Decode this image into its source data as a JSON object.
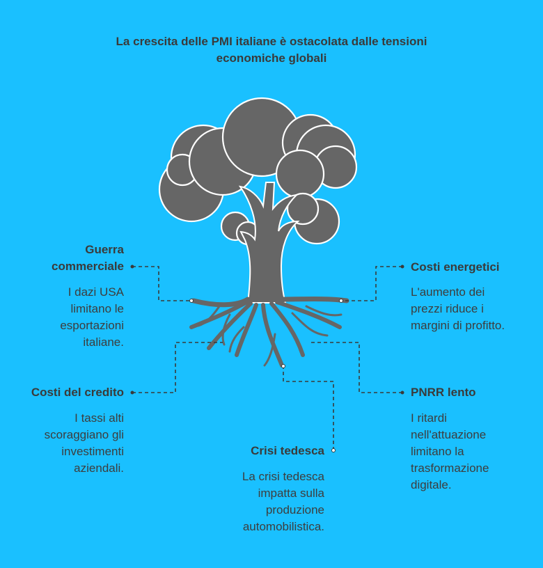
{
  "title": {
    "line1": "La crescita delle PMI italiane è ostacolata dalle tensioni",
    "line2": "economiche globali"
  },
  "items": {
    "guerra": {
      "label_lines": [
        "Guerra",
        "commerciale"
      ],
      "desc_lines": [
        "I dazi USA",
        "limitano le",
        "esportazioni",
        "italiane."
      ]
    },
    "credito": {
      "label_lines": [
        "Costi del credito"
      ],
      "desc_lines": [
        "I tassi alti",
        "scoraggiano gli",
        "investimenti",
        "aziendali."
      ]
    },
    "tedesca": {
      "label_lines": [
        "Crisi tedesca"
      ],
      "desc_lines": [
        "La crisi tedesca",
        "impatta sulla",
        "produzione",
        "automobilistica."
      ]
    },
    "energetici": {
      "label_lines": [
        "Costi energetici"
      ],
      "desc_lines": [
        "L'aumento dei",
        "prezzi riduce i",
        "margini di profitto."
      ]
    },
    "pnrr": {
      "label_lines": [
        "PNRR lento"
      ],
      "desc_lines": [
        "I ritardi",
        "nell'attuazione",
        "limitano la",
        "trasformazione",
        "digitale."
      ]
    }
  },
  "colors": {
    "background": "#1ac0ff",
    "tree": "#666666",
    "text": "#3d3d3d"
  }
}
